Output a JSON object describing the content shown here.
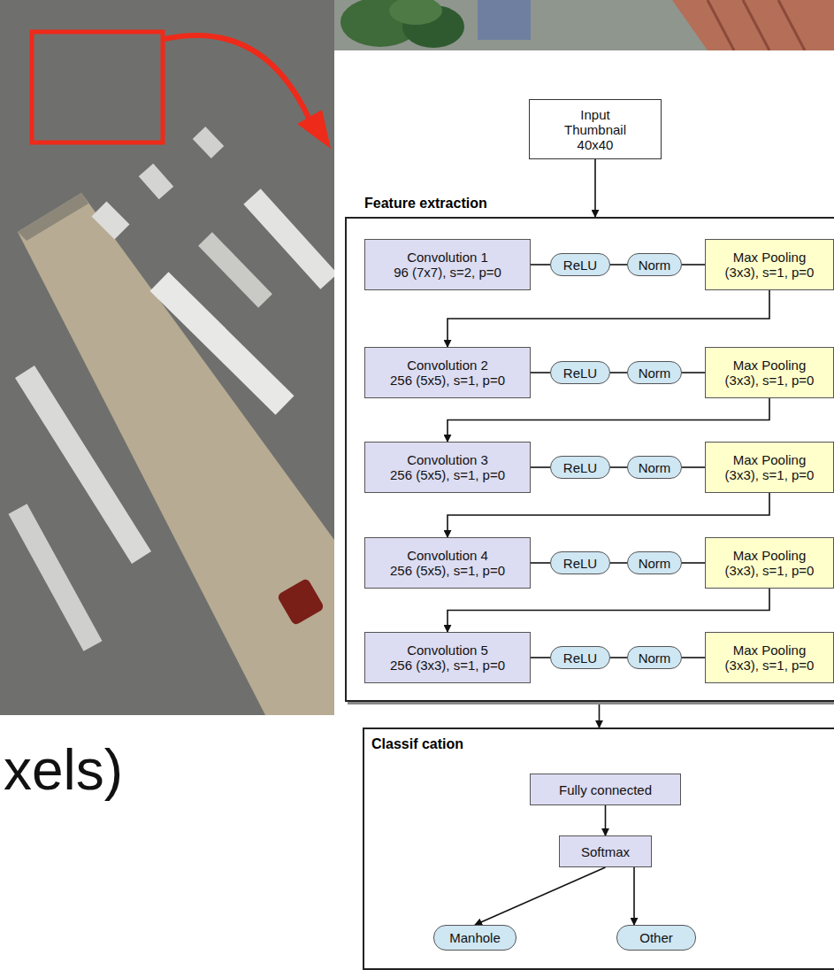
{
  "diagram": {
    "nodes": [
      {
        "text": [
          "Input Thumbnail 40x40"
        ]
      },
      {
        "text": [
          "Feature extraction"
        ]
      },
      {
        "text": [
          "Convolution 1",
          "96 (7x7), s=2, p=0"
        ],
        "in": 1
      },
      {
        "text": [
          "ReLU"
        ],
        "in": 1
      },
      {
        "text": [
          "Norm"
        ],
        "in": 1
      },
      {
        "text": [
          "Max Pooling",
          "(3x3), s=1, p=0"
        ],
        "in": 1
      },
      {
        "text": [
          "Convolution 2",
          "256 (5x5), s=1, p=0"
        ],
        "in": 1
      },
      {
        "text": [
          "ReLU"
        ],
        "in": 1
      },
      {
        "text": [
          "Norm"
        ],
        "in": 1
      },
      {
        "text": [
          "Max Pooling",
          "(3x3), s=1, p=0"
        ],
        "in": 1
      },
      {
        "text": [
          "Convolution 3",
          "256 (5x5), s=1, p=0"
        ],
        "in": 1
      },
      {
        "text": [
          "ReLU"
        ],
        "in": 1
      },
      {
        "text": [
          "Norm"
        ],
        "in": 1
      },
      {
        "text": [
          "Max Pooling",
          "(3x3), s=1, p=0"
        ],
        "in": 1
      },
      {
        "text": [
          "Convolution 4",
          "256 (5x5), s=1, p=0"
        ],
        "in": 1
      },
      {
        "text": [
          "ReLU"
        ],
        "in": 1
      },
      {
        "text": [
          "Norm"
        ],
        "in": 1
      },
      {
        "text": [
          "Max Pooling",
          "(3x3), s=1, p=0"
        ],
        "in": 1
      },
      {
        "text": [
          "Convolution 5",
          "256 (3x3), s=1, p=0"
        ],
        "in": 1
      },
      {
        "text": [
          "ReLU"
        ],
        "in": 1
      },
      {
        "text": [
          "Norm"
        ],
        "in": 1
      },
      {
        "text": [
          "Max Pooling",
          "(3x3), s=1, p=0"
        ],
        "in": 1
      },
      {
        "text": [
          "Classif cation"
        ]
      },
      {
        "text": [
          "Fully connected"
        ],
        "in": 22
      },
      {
        "text": [
          "Softmax"
        ],
        "in": 22
      },
      {
        "text": [
          "Manhole"
        ],
        "in": 22
      },
      {
        "text": [
          "Other"
        ],
        "in": 22
      }
    ],
    "edges": [
      {
        "from": 0,
        "to": 1,
        "arrow": "to"
      },
      {
        "from": 2,
        "to": 3,
        "arrow": "none"
      },
      {
        "from": 3,
        "to": 4,
        "arrow": "none"
      },
      {
        "from": 4,
        "to": 5,
        "arrow": "none"
      },
      {
        "from": 5,
        "to": 6,
        "arrow": "to"
      },
      {
        "from": 6,
        "to": 7,
        "arrow": "none"
      },
      {
        "from": 7,
        "to": 8,
        "arrow": "none"
      },
      {
        "from": 8,
        "to": 9,
        "arrow": "none"
      },
      {
        "from": 9,
        "to": 10,
        "arrow": "to"
      },
      {
        "from": 10,
        "to": 11,
        "arrow": "none"
      },
      {
        "from": 11,
        "to": 12,
        "arrow": "none"
      },
      {
        "from": 12,
        "to": 13,
        "arrow": "none"
      },
      {
        "from": 13,
        "to": 14,
        "arrow": "to"
      },
      {
        "from": 14,
        "to": 15,
        "arrow": "none"
      },
      {
        "from": 15,
        "to": 16,
        "arrow": "none"
      },
      {
        "from": 16,
        "to": 17,
        "arrow": "none"
      },
      {
        "from": 17,
        "to": 18,
        "arrow": "to"
      },
      {
        "from": 18,
        "to": 19,
        "arrow": "none"
      },
      {
        "from": 19,
        "to": 20,
        "arrow": "none"
      },
      {
        "from": 20,
        "to": 21,
        "arrow": "none"
      },
      {
        "from": 1,
        "to": 22,
        "arrow": "to"
      },
      {
        "from": 23,
        "to": 24,
        "arrow": "to"
      },
      {
        "from": 24,
        "to": 25,
        "arrow": "to"
      },
      {
        "from": 24,
        "to": 26,
        "arrow": "to"
      }
    ],
    "labels": [
      "xels)"
    ]
  }
}
